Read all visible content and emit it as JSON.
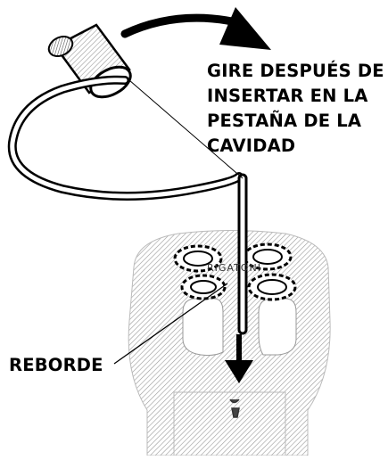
{
  "labels": {
    "instruction_lines": [
      "GIRE DESPUÉS DE",
      "INSERTAR EN LA",
      "PESTAÑA DE LA",
      "CAVIDAD"
    ],
    "rim": "REBORDE",
    "brand": "RIGATONI"
  },
  "icons": {
    "rotate_arrow": "curved-arrow-icon",
    "insert_arrow": "down-arrow-icon",
    "hook_tool": "cleaning-tool-icon",
    "die_disc": "pasta-die-icon"
  },
  "colors": {
    "ink": "#000000",
    "hatch": "#8a8a8a",
    "paper": "#ffffff"
  }
}
